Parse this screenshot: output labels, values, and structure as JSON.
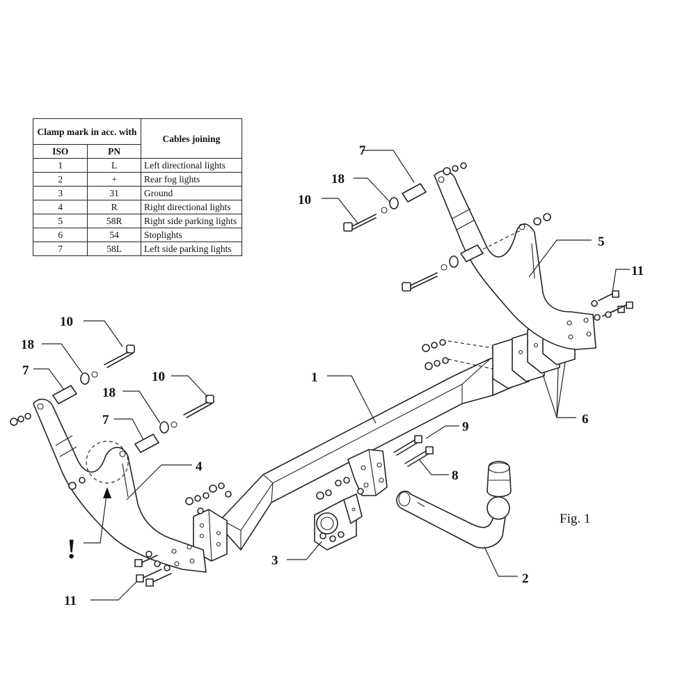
{
  "table": {
    "header_group": "Clamp mark in acc. with",
    "col_iso": "ISO",
    "col_pn": "PN",
    "col_cables": "Cables joining",
    "rows": [
      {
        "iso": "1",
        "pn": "L",
        "desc": "Left directional lights"
      },
      {
        "iso": "2",
        "pn": "+",
        "desc": "Rear fog lights"
      },
      {
        "iso": "3",
        "pn": "31",
        "desc": "Ground"
      },
      {
        "iso": "4",
        "pn": "R",
        "desc": "Right directional lights"
      },
      {
        "iso": "5",
        "pn": "58R",
        "desc": "Right side parking lights"
      },
      {
        "iso": "6",
        "pn": "54",
        "desc": "Stoplights"
      },
      {
        "iso": "7",
        "pn": "58L",
        "desc": "Left side parking lights"
      }
    ]
  },
  "callouts": {
    "c1": "1",
    "c2": "2",
    "c3": "3",
    "c4": "4",
    "c5": "5",
    "c6": "6",
    "c7a": "7",
    "c7b": "7",
    "c7c": "7",
    "c8": "8",
    "c9": "9",
    "c10a": "10",
    "c10b": "10",
    "c10c": "10",
    "c11a": "11",
    "c11b": "11",
    "c18a": "18",
    "c18b": "18",
    "c18c": "18"
  },
  "figure_label": "Fig. 1",
  "warning_mark": "!"
}
